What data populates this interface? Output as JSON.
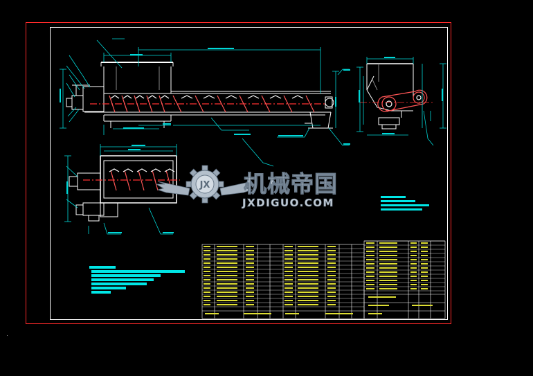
{
  "watermark": {
    "badge": "JX",
    "name": "机械帝国",
    "site": "JXDIGUO.COM"
  },
  "colors": {
    "background": "#000000",
    "outer_border": "#ff2a2a",
    "inner_frame": "#ffffff",
    "line": "#ffffff",
    "dimension": "#00d8d8",
    "text_block": "#00e6e6",
    "screw_flight": "#ff5555",
    "centerline": "#ff3030",
    "table_text": "#dede33",
    "watermark_metal": "#a6b3c0"
  }
}
